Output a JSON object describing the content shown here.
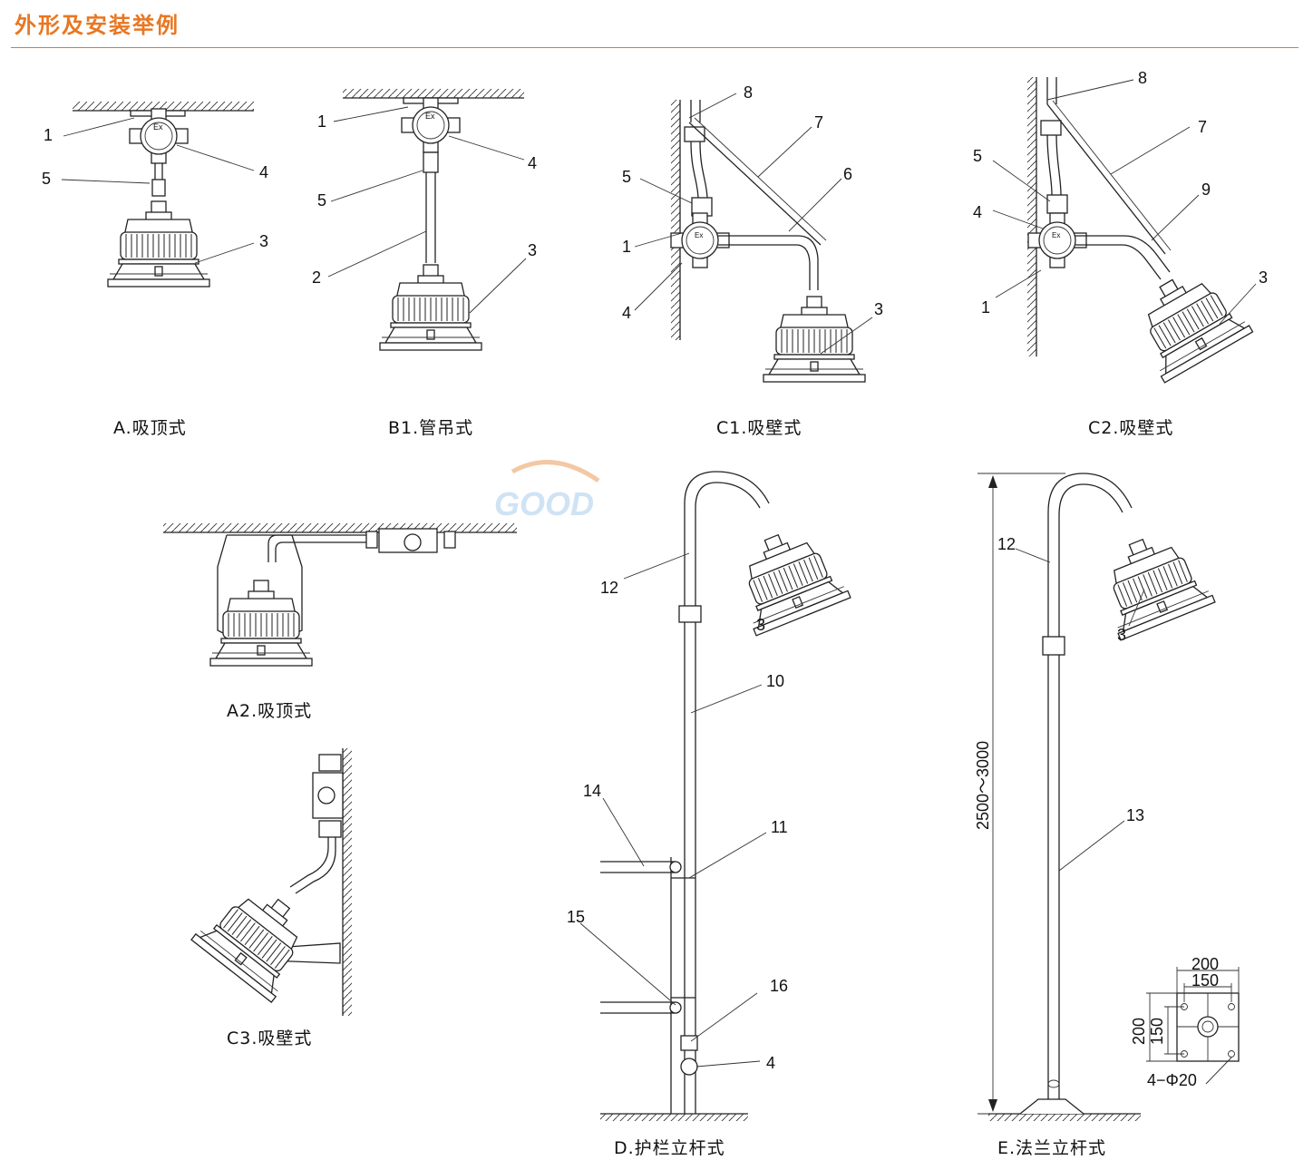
{
  "header": {
    "title": "外形及安装举例"
  },
  "watermark": "GOOD",
  "captions": {
    "a": "A.吸顶式",
    "b1": "B1.管吊式",
    "c1": "C1.吸壁式",
    "c2": "C2.吸壁式",
    "a2": "A2.吸顶式",
    "c3": "C3.吸壁式",
    "d": "D.护栏立杆式",
    "e": "E.法兰立杆式"
  },
  "labels": {
    "a": [
      "1",
      "5",
      "4",
      "3"
    ],
    "b1": [
      "1",
      "5",
      "2",
      "4",
      "3"
    ],
    "c1": [
      "8",
      "7",
      "6",
      "5",
      "1",
      "4",
      "3"
    ],
    "c2": [
      "8",
      "7",
      "5",
      "9",
      "4",
      "1",
      "3"
    ],
    "d": [
      "12",
      "3",
      "10",
      "14",
      "11",
      "15",
      "16",
      "4"
    ],
    "e": [
      "12",
      "3",
      "13"
    ]
  },
  "dimensions": {
    "height": "2500～3000",
    "outer": "200",
    "inner": "150",
    "side_outer": "200",
    "side_inner": "150",
    "holes": "4−Φ20"
  },
  "junction_box_mark": "Ex",
  "colors": {
    "accent": "#e87722",
    "line": "#222222"
  }
}
